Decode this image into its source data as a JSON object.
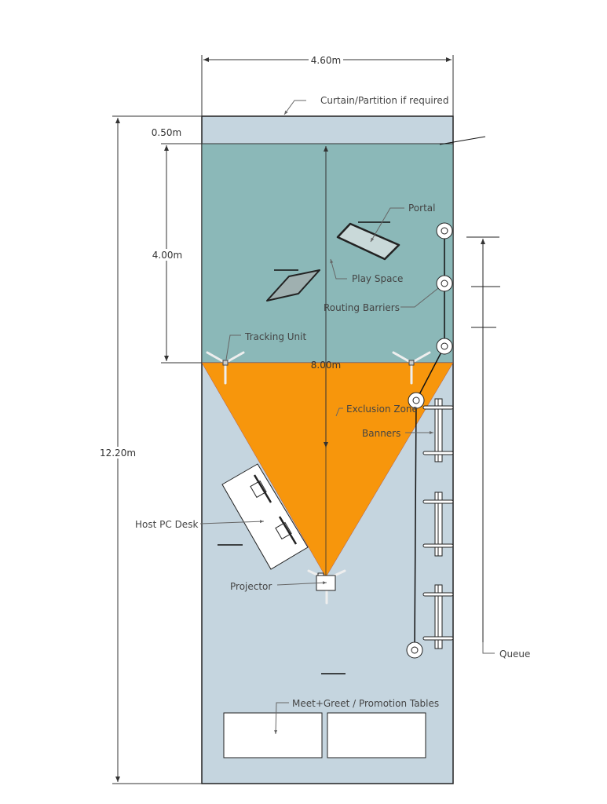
{
  "dimensions": {
    "width": "4.60m",
    "total_length": "12.20m",
    "curtain_depth": "0.50m",
    "play_depth": "4.00m",
    "center_line": "8.00m"
  },
  "labels": {
    "curtain": "Curtain/Partition if required",
    "portal": "Portal",
    "play_space": "Play Space",
    "routing_barriers": "Routing Barriers",
    "tracking_unit": "Tracking Unit",
    "exclusion_zone": "Exclusion Zone",
    "banners": "Banners",
    "host_pc_desk": "Host PC Desk",
    "projector": "Projector",
    "queue": "Queue",
    "tables": "Meet+Greet / Promotion Tables"
  },
  "colors": {
    "floor": "#c5d5df",
    "play_space": "#8bb8b8",
    "exclusion_zone": "#f7960c"
  }
}
